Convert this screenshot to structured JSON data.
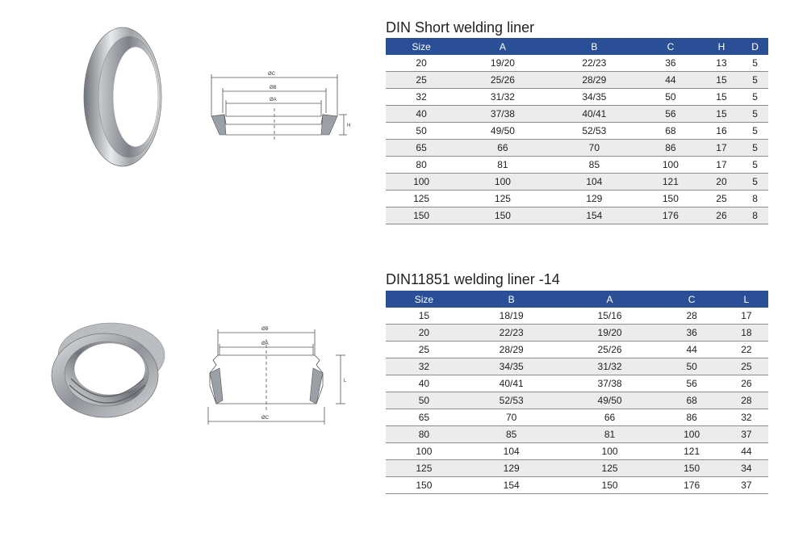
{
  "table1": {
    "title": "DIN Short welding liner",
    "headers": [
      "Size",
      "A",
      "B",
      "C",
      "H",
      "D"
    ],
    "rows": [
      [
        "20",
        "19/20",
        "22/23",
        "36",
        "13",
        "5"
      ],
      [
        "25",
        "25/26",
        "28/29",
        "44",
        "15",
        "5"
      ],
      [
        "32",
        "31/32",
        "34/35",
        "50",
        "15",
        "5"
      ],
      [
        "40",
        "37/38",
        "40/41",
        "56",
        "15",
        "5"
      ],
      [
        "50",
        "49/50",
        "52/53",
        "68",
        "16",
        "5"
      ],
      [
        "65",
        "66",
        "70",
        "86",
        "17",
        "5"
      ],
      [
        "80",
        "81",
        "85",
        "100",
        "17",
        "5"
      ],
      [
        "100",
        "100",
        "104",
        "121",
        "20",
        "5"
      ],
      [
        "125",
        "125",
        "129",
        "150",
        "25",
        "8"
      ],
      [
        "150",
        "150",
        "154",
        "176",
        "26",
        "8"
      ]
    ],
    "drawing_labels": {
      "c": "ØC",
      "b": "ØB",
      "a": "ØA",
      "h": "H"
    }
  },
  "table2": {
    "title": "DIN11851 welding liner -14",
    "headers": [
      "Size",
      "B",
      "A",
      "C",
      "L"
    ],
    "rows": [
      [
        "15",
        "18/19",
        "15/16",
        "28",
        "17"
      ],
      [
        "20",
        "22/23",
        "19/20",
        "36",
        "18"
      ],
      [
        "25",
        "28/29",
        "25/26",
        "44",
        "22"
      ],
      [
        "32",
        "34/35",
        "31/32",
        "50",
        "25"
      ],
      [
        "40",
        "40/41",
        "37/38",
        "56",
        "26"
      ],
      [
        "50",
        "52/53",
        "49/50",
        "68",
        "28"
      ],
      [
        "65",
        "70",
        "66",
        "86",
        "32"
      ],
      [
        "80",
        "85",
        "81",
        "100",
        "37"
      ],
      [
        "100",
        "104",
        "100",
        "121",
        "44"
      ],
      [
        "125",
        "129",
        "125",
        "150",
        "34"
      ],
      [
        "150",
        "154",
        "150",
        "176",
        "37"
      ]
    ],
    "drawing_labels": {
      "b": "ØB",
      "a": "ØA",
      "c": "ØC",
      "l": "L"
    }
  },
  "colors": {
    "header_bg": "#2a4f96",
    "row_shade": "#ececec",
    "rule": "#8c8c8c"
  }
}
